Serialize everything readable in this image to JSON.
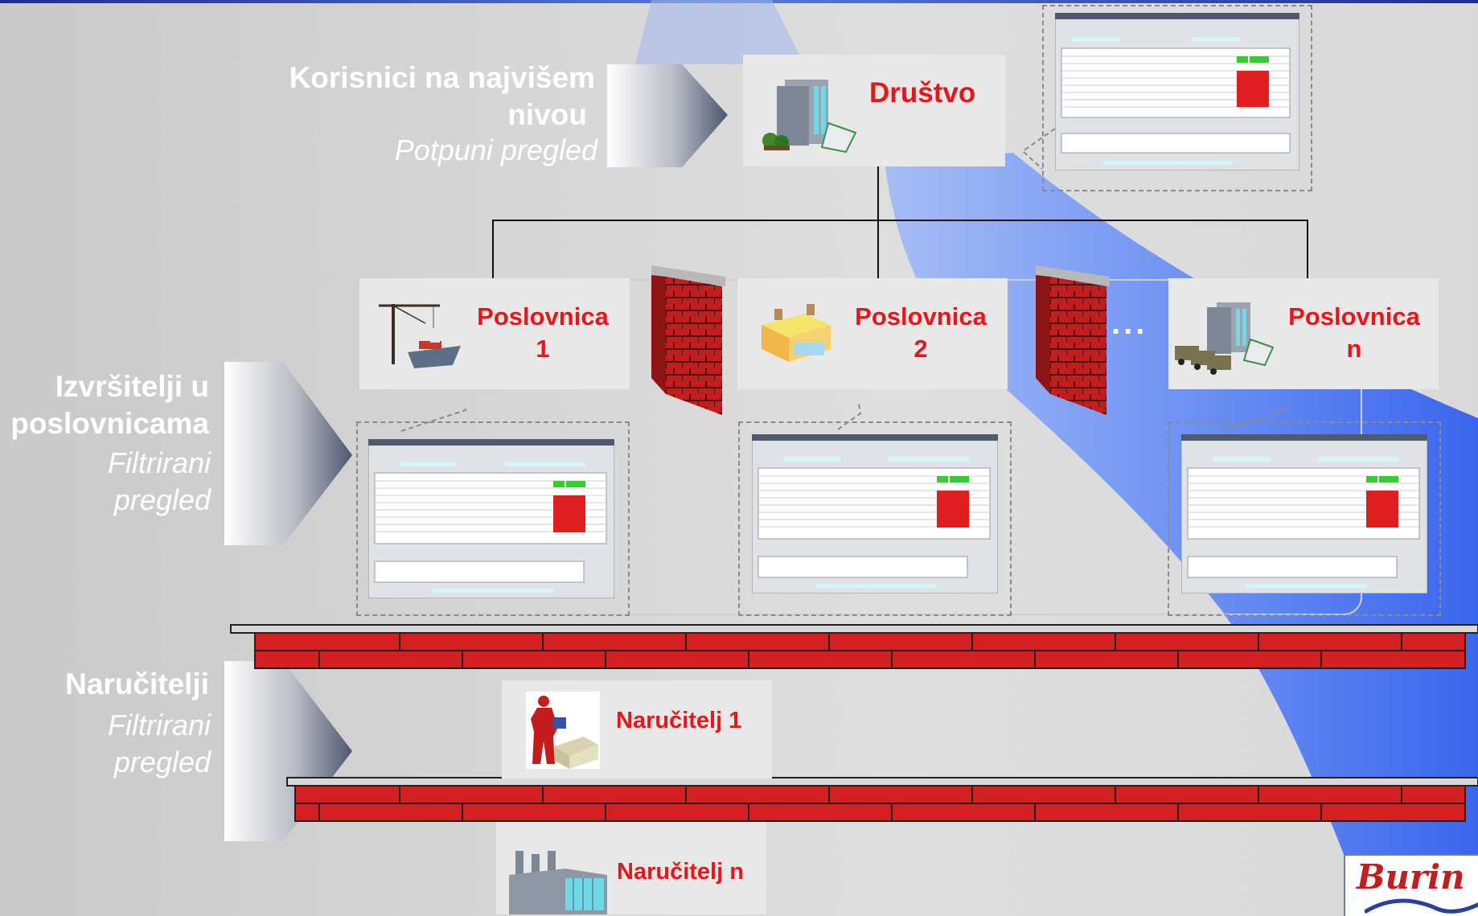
{
  "levels": {
    "top": {
      "title_line1": "Korisnici na najvišem",
      "title_line2": "nivou",
      "subtitle": "Potpuni pregled"
    },
    "branch": {
      "title_line1": "Izvršitelji u",
      "title_line2": "poslovnicama",
      "subtitle_line1": "Filtrirani",
      "subtitle_line2": "pregled"
    },
    "client": {
      "title": "Naručitelji",
      "subtitle_line1": "Filtrirani",
      "subtitle_line2": "pregled"
    }
  },
  "nodes": {
    "company": "Društvo",
    "branch1_line1": "Poslovnica",
    "branch1_line2": "1",
    "branch2_line1": "Poslovnica",
    "branch2_line2": "2",
    "branchn_line1": "Poslovnica",
    "branchn_line2": "n",
    "ellipsis": "...",
    "client1": "Naručitelj 1",
    "clientn": "Naručitelj n"
  },
  "logo": {
    "text": "Burin"
  },
  "colors": {
    "label_red": "#e8161b",
    "beam_blue": "#3f6ef0",
    "brick_red": "#d42020"
  },
  "icons": [
    "office-building-icon",
    "crane-ship-icon",
    "factory-building-icon",
    "office-trucks-icon",
    "worker-box-icon",
    "industrial-plant-icon",
    "brick-wall-icon"
  ]
}
